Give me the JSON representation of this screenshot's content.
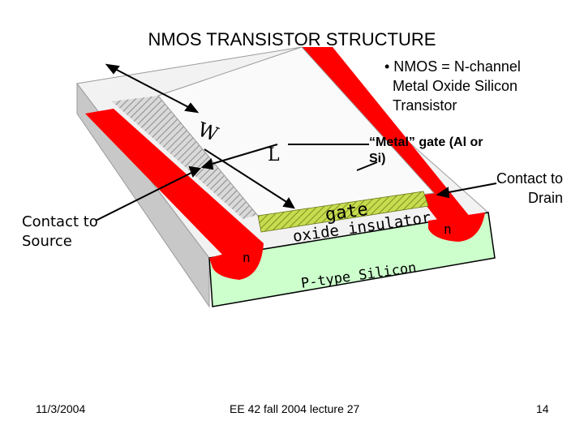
{
  "slide": {
    "title": "NMOS TRANSISTOR STRUCTURE",
    "bullet": [
      "• NMOS = N-channel",
      "Metal Oxide Silicon",
      "Transistor"
    ]
  },
  "diagram": {
    "labels": {
      "width": "W",
      "length": "L",
      "metal_gate": [
        "“Metal” gate (Al or",
        "Si)"
      ],
      "contact_drain": [
        "Contact to",
        "Drain"
      ],
      "contact_source": [
        "Contact to",
        "Source"
      ],
      "gate": "gate",
      "oxide_insulator": "oxide insulator",
      "n_source": "n",
      "n_drain": "n",
      "substrate": "P-type Silicon"
    },
    "colors": {
      "n_region": "#ff0000",
      "substrate_face": "#ccffcc",
      "oxide": "#b3cc33",
      "top_surface": "#f2f2f2",
      "side_face": "#c8c8c8"
    }
  },
  "footer": {
    "date": "11/3/2004",
    "course": "EE 42 fall 2004 lecture 27",
    "page": "14"
  }
}
